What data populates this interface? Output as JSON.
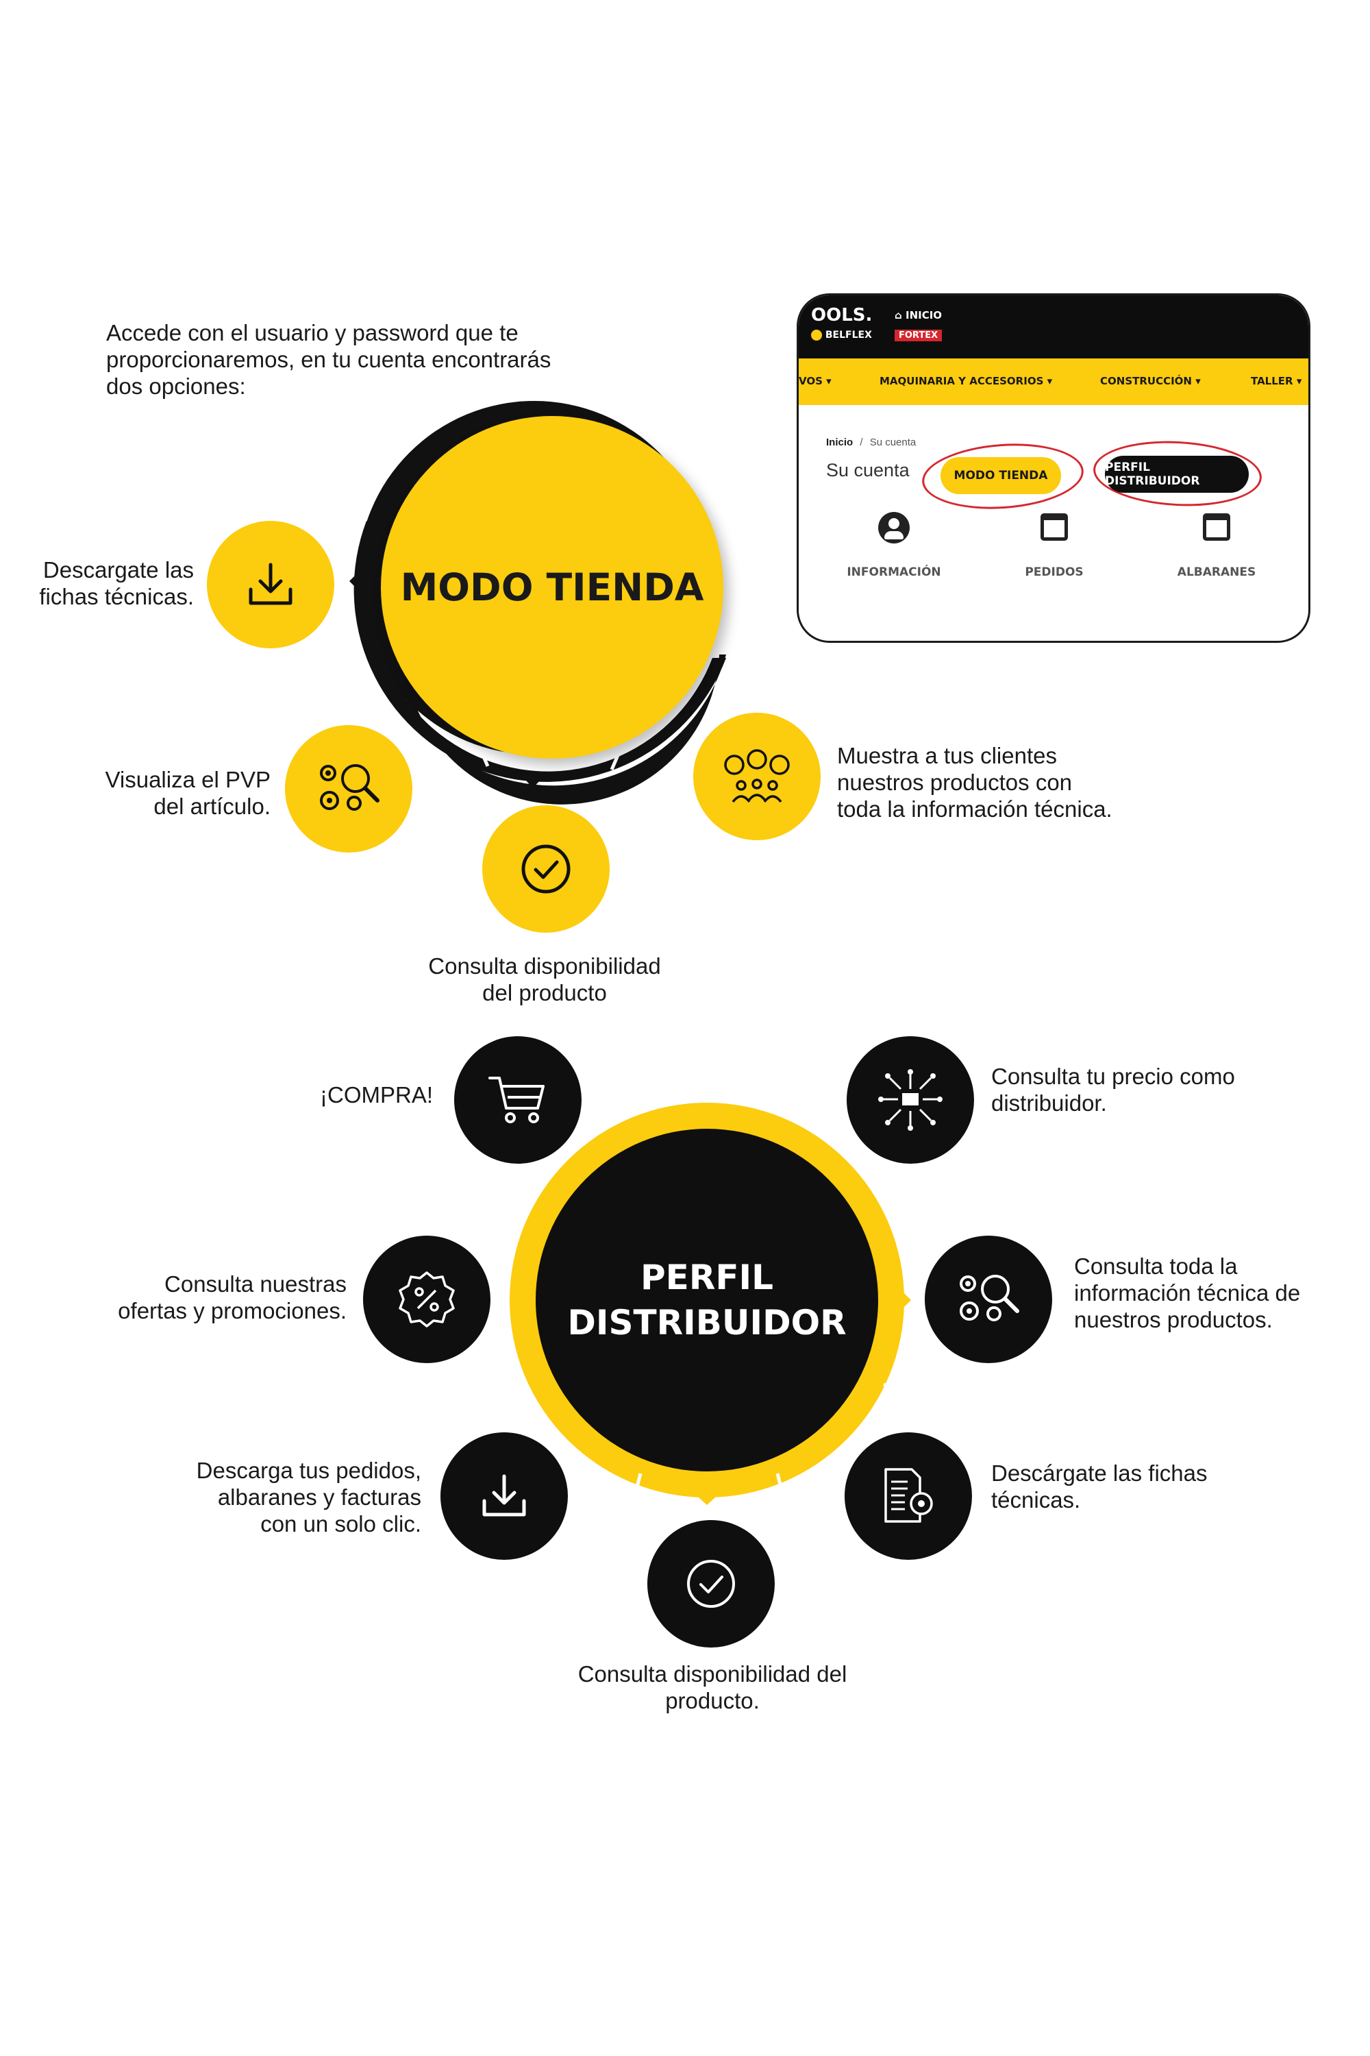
{
  "intro": [
    "Accede con el usuario y password que te",
    "proporcionaremos, en tu cuenta encontrarás",
    "dos opciones:"
  ],
  "mockup": {
    "brand_top": "OOLS.",
    "brand_sub": "BELFLEX",
    "home_label": "INICIO",
    "fortex": "FORTEX",
    "nav": [
      "VOS",
      "MAQUINARIA Y ACCESORIOS",
      "CONSTRUCCIÓN",
      "TALLER"
    ],
    "breadcrumb_home": "Inicio",
    "breadcrumb_sep": "/",
    "breadcrumb_current": "Su cuenta",
    "account_label": "Su cuenta",
    "mode_store_button": "MODO TIENDA",
    "distributor_button": "PERFIL DISTRIBUIDOR",
    "menu": [
      "INFORMACIÓN",
      "PEDIDOS",
      "ALBARANES"
    ]
  },
  "store": {
    "title": "MODO TIENDA",
    "features": {
      "download": [
        "Descargate las",
        "fichas técnicas."
      ],
      "pvp": [
        "Visualiza el PVP",
        "del artículo."
      ],
      "availability": [
        "Consulta disponibilidad",
        "del producto"
      ],
      "show": [
        "Muestra a tus clientes",
        "nuestros productos con",
        "toda la información técnica."
      ]
    }
  },
  "distributor": {
    "title_line1": "PERFIL",
    "title_line2": "DISTRIBUIDOR",
    "features": {
      "buy": [
        "¡COMPRA!"
      ],
      "price": [
        "Consulta tu precio como",
        "distribuidor."
      ],
      "offers": [
        "Consulta nuestras",
        "ofertas y promociones."
      ],
      "info": [
        "Consulta toda la",
        "información técnica de",
        "nuestros productos."
      ],
      "orders": [
        "Descarga tus pedidos,",
        "albaranes y facturas",
        "con un solo clic."
      ],
      "sheets": [
        "Descárgate las fichas",
        "técnicas."
      ],
      "availability": [
        "Consulta disponibilidad del",
        "producto."
      ]
    }
  },
  "colors": {
    "yellow": "#FCCC0E",
    "black": "#0f0f0f",
    "red": "#d6262e"
  }
}
